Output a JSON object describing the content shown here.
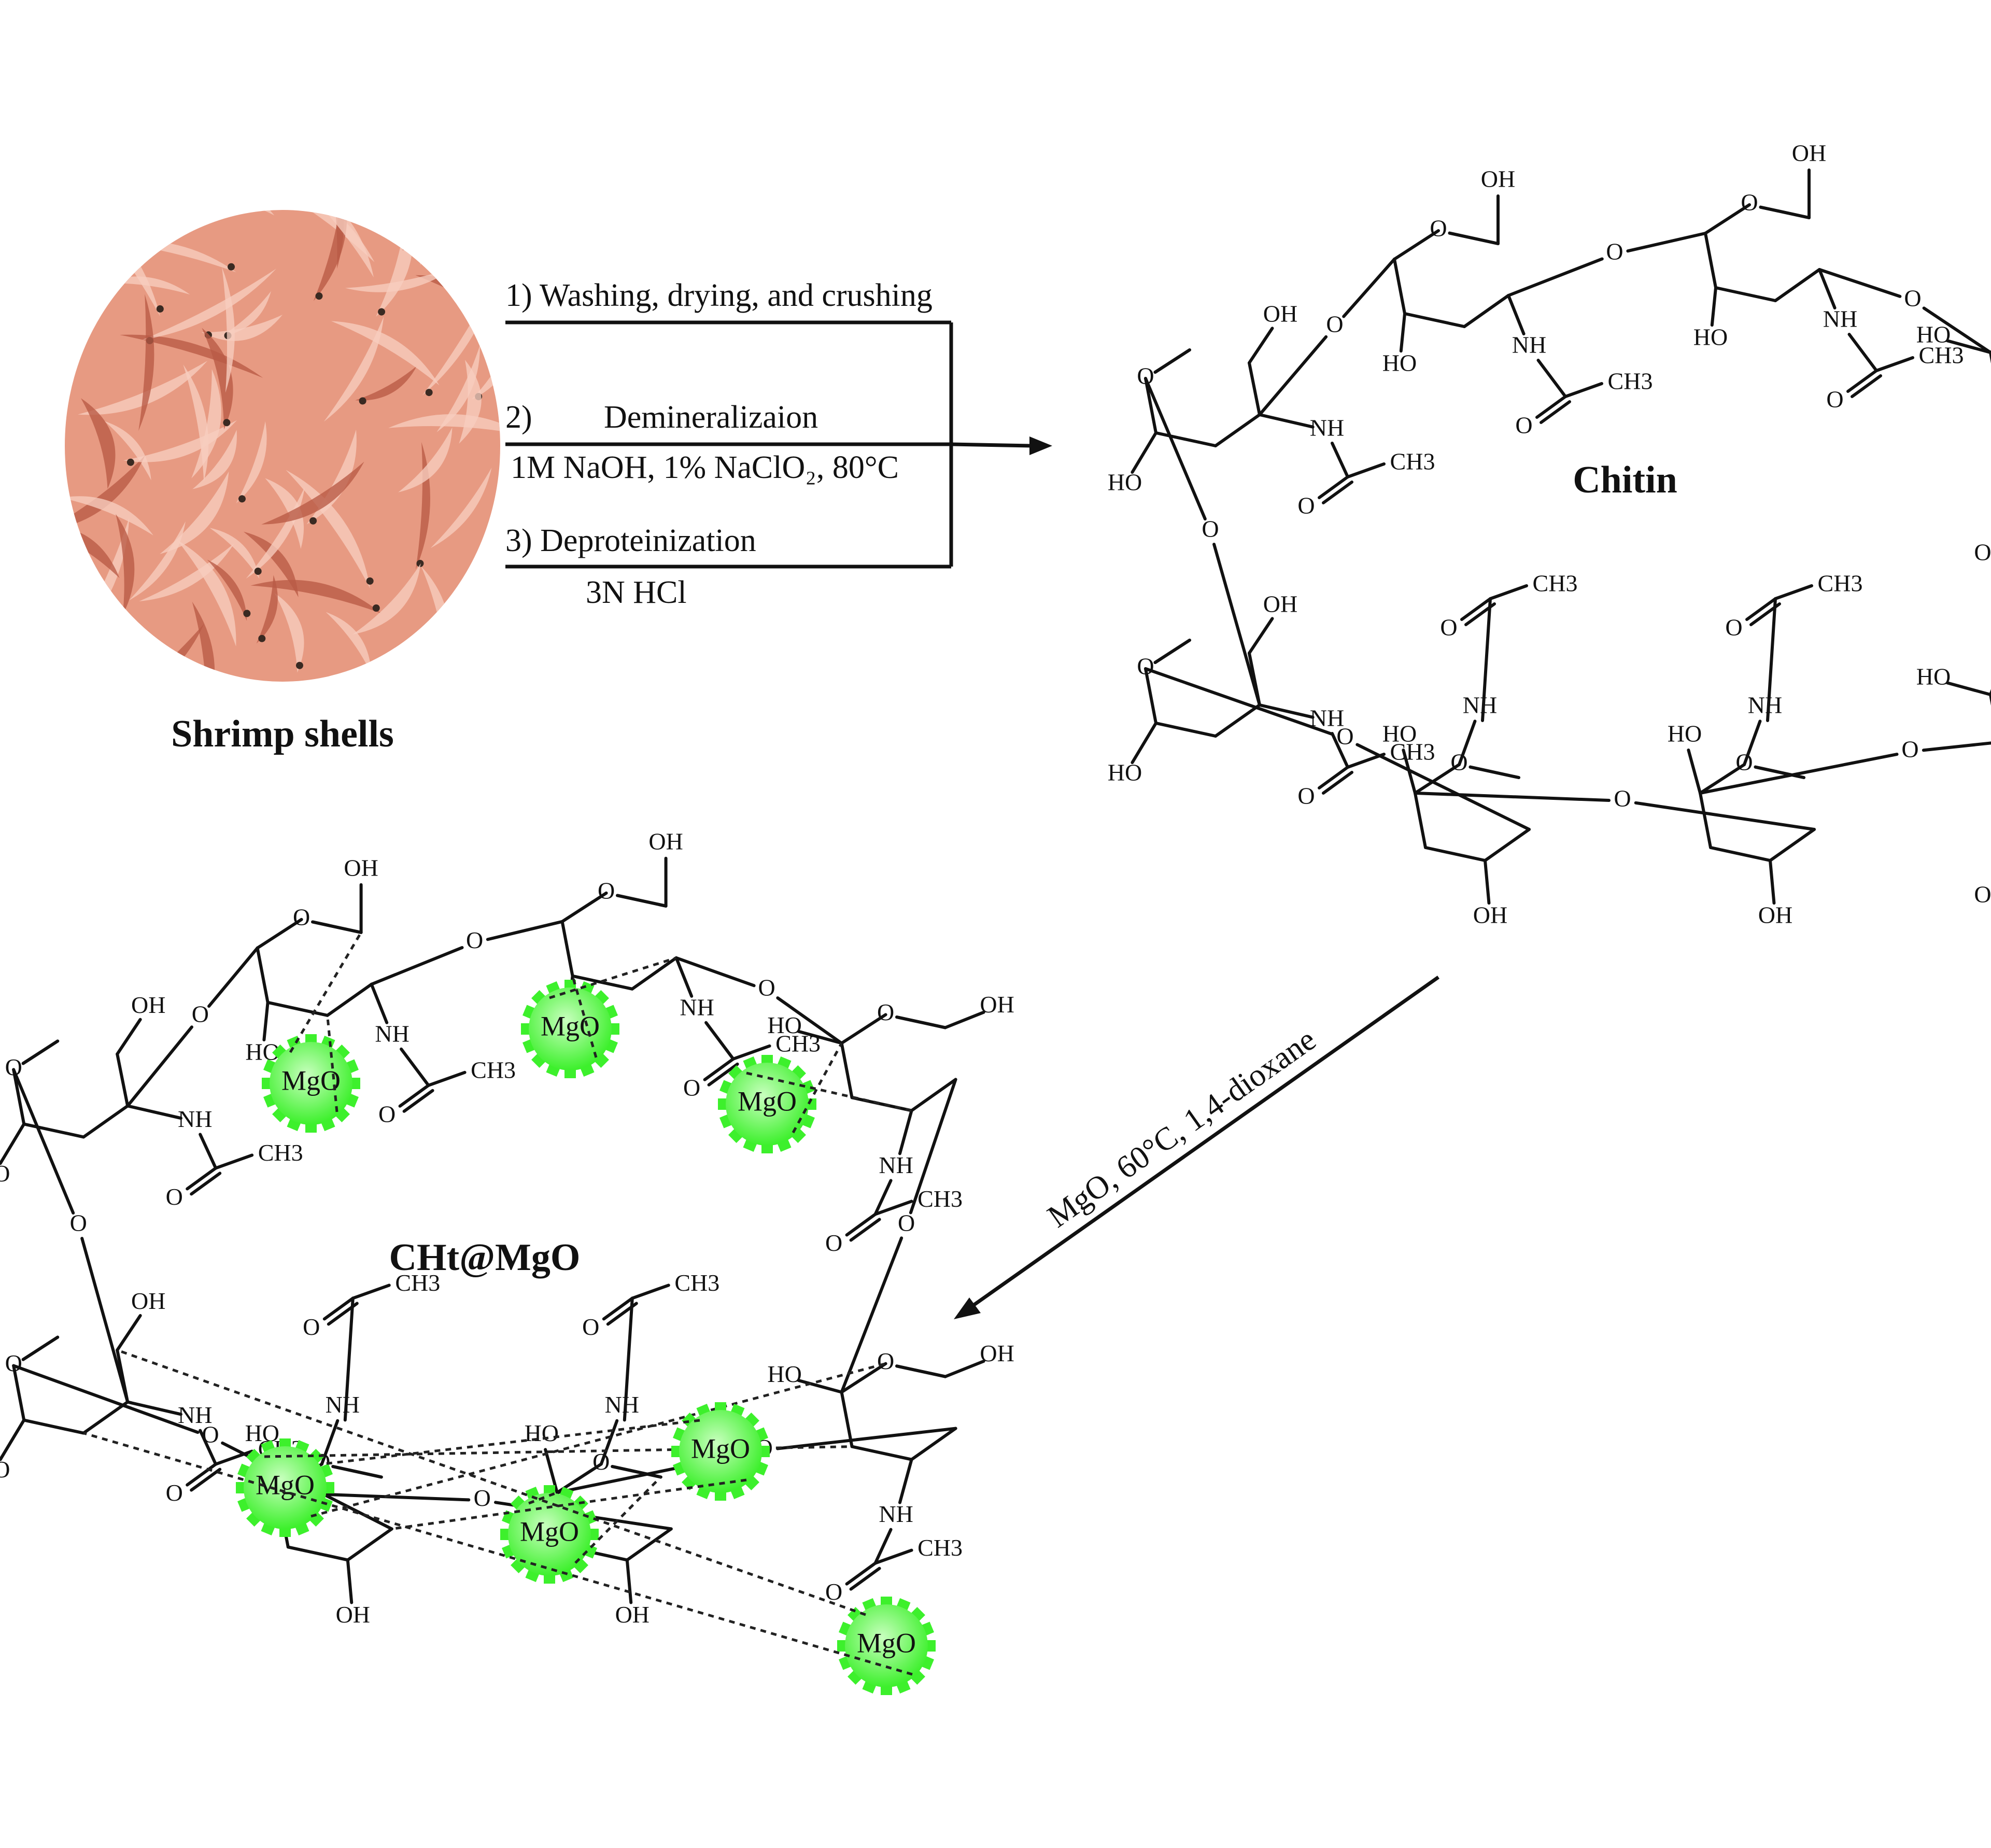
{
  "labels": {
    "shrimp_shells": "Shrimp shells",
    "chitin": "Chitin",
    "cht_mgo": "CHt@MgO"
  },
  "process": {
    "step1": "1) Washing, drying, and crushing",
    "step2_num": "2)",
    "step2_name": "Demineralizaion",
    "step2_cond": "1M NaOH, 1% NaClO₂, 80°C",
    "step3": "3) Deproteinization",
    "step3_cond": "3N HCl"
  },
  "reaction": {
    "conditions": "MgO, 60°C, 1,4-dioxane"
  },
  "atoms": {
    "ring_oxygen": "O",
    "hydroxyl": "OH",
    "hydroxyl_left": "HO",
    "amide_nh": "NH",
    "carbonyl_o": "O",
    "methyl": "CH3",
    "nanoparticle": "MgO"
  },
  "colors": {
    "nanoparticle_fill": "#3df02c",
    "nanoparticle_light": "#c9ffbf",
    "shrimp_base": "#e79a82",
    "shrimp_dark": "#b85a45",
    "shrimp_light": "#f7cdbf"
  }
}
